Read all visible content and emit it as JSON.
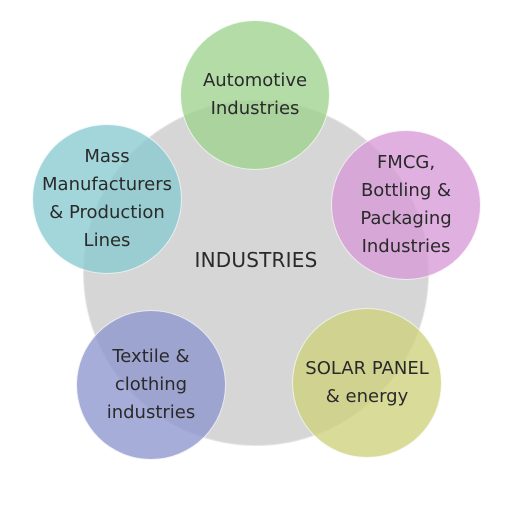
{
  "center": {
    "label": "INDUSTRIES",
    "color": "#d6d6d6"
  },
  "items": [
    {
      "label": "Automotive\nIndustries",
      "color": "#9ed38f"
    },
    {
      "label": "FMCG,\nBottling &\nPackaging\nIndustries",
      "color": "#d79bd8"
    },
    {
      "label": "SOLAR PANEL\n& energy",
      "color": "#cfd27d"
    },
    {
      "label": "Textile &\nclothing\nindustries",
      "color": "#8f97cf"
    },
    {
      "label": "Mass\nManufacturers\n& Production\nLines",
      "color": "#88cbd0"
    }
  ]
}
